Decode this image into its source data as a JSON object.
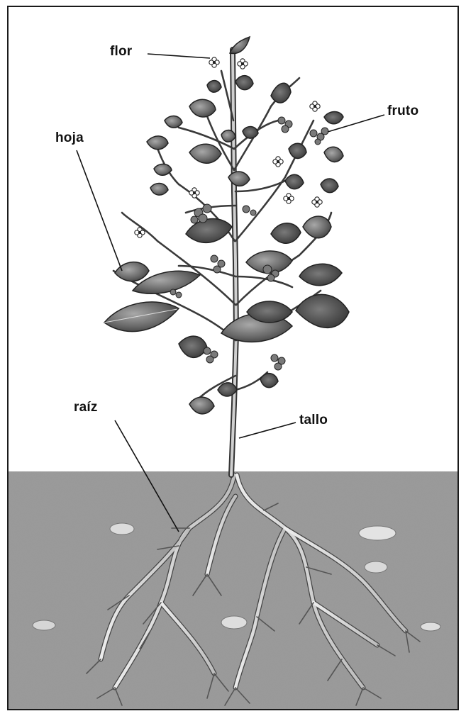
{
  "labels": {
    "flower": "flor",
    "fruit": "fruto",
    "leaf": "hoja",
    "root": "raíz",
    "stem": "tallo"
  },
  "colors": {
    "soil": "#9a9a9a",
    "ink": "#111111",
    "leaf_dark": "#4a4a4a",
    "leaf_light": "#9c9c9c"
  }
}
